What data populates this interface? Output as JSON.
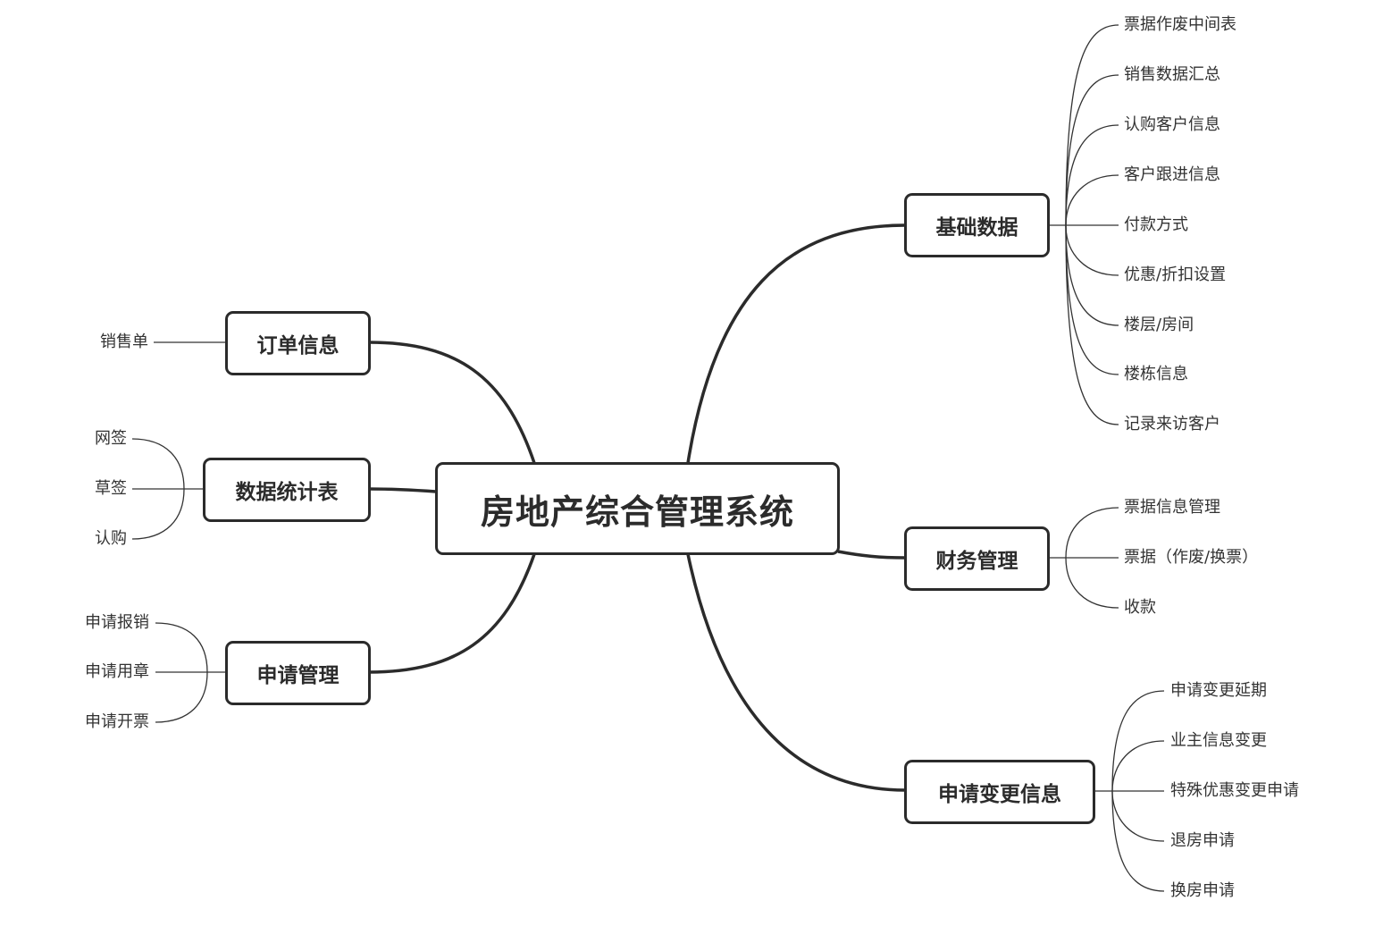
{
  "root": {
    "label": "房地产综合管理系统"
  },
  "branches": {
    "jichu": {
      "label": "基础数据",
      "leaves": [
        "票据作废中间表",
        "销售数据汇总",
        "认购客户信息",
        "客户跟进信息",
        "付款方式",
        "优惠/折扣设置",
        "楼层/房间",
        "楼栋信息",
        "记录来访客户"
      ]
    },
    "caiwu": {
      "label": "财务管理",
      "leaves": [
        "票据信息管理",
        "票据（作废/换票）",
        "收款"
      ]
    },
    "biangeng": {
      "label": "申请变更信息",
      "leaves": [
        "申请变更延期",
        "业主信息变更",
        "特殊优惠变更申请",
        "退房申请",
        "换房申请"
      ]
    },
    "dingdan": {
      "label": "订单信息",
      "leaves": [
        "销售单"
      ]
    },
    "tongji": {
      "label": "数据统计表",
      "leaves": [
        "网签",
        "草签",
        "认购"
      ]
    },
    "shenqing": {
      "label": "申请管理",
      "leaves": [
        "申请报销",
        "申请用章",
        "申请开票"
      ]
    }
  },
  "colors": {
    "line": "#2b2b2b",
    "thin_line": "#333333",
    "text": "#2b2b2b",
    "background": "#ffffff"
  }
}
